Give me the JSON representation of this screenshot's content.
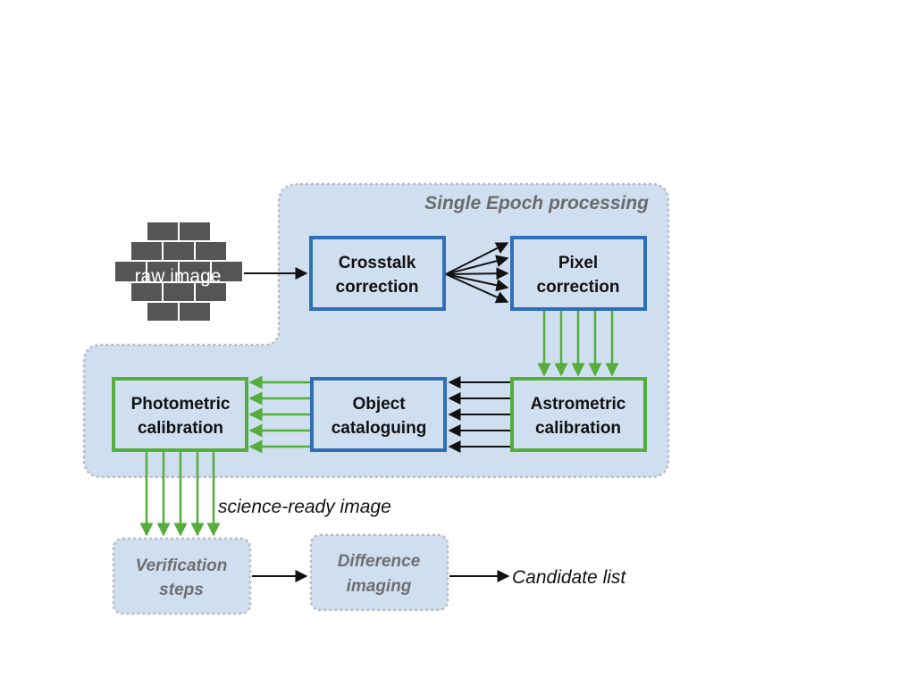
{
  "region": {
    "label": "Single Epoch processing"
  },
  "raw_image": {
    "label": "raw image"
  },
  "nodes": {
    "crosstalk": {
      "line1": "Crosstalk",
      "line2": "correction"
    },
    "pixel": {
      "line1": "Pixel",
      "line2": "correction"
    },
    "astrometric": {
      "line1": "Astrometric",
      "line2": "calibration"
    },
    "object": {
      "line1": "Object",
      "line2": "cataloguing"
    },
    "photometric": {
      "line1": "Photometric",
      "line2": "calibration"
    },
    "verification": {
      "line1": "Verification",
      "line2": "steps"
    },
    "difference": {
      "line1": "Difference",
      "line2": "imaging"
    }
  },
  "labels": {
    "science_ready": "science-ready image",
    "candidate_list": "Candidate list"
  },
  "colors": {
    "region_fill": "#cfdff0",
    "region_border": "#b9bcc2",
    "blue_border": "#2f6fb5",
    "green_border": "#55ad3b",
    "box_fill": "#cfdff0",
    "brick": "#555555",
    "arrow_black": "#111111",
    "arrow_green": "#55ad3b"
  }
}
